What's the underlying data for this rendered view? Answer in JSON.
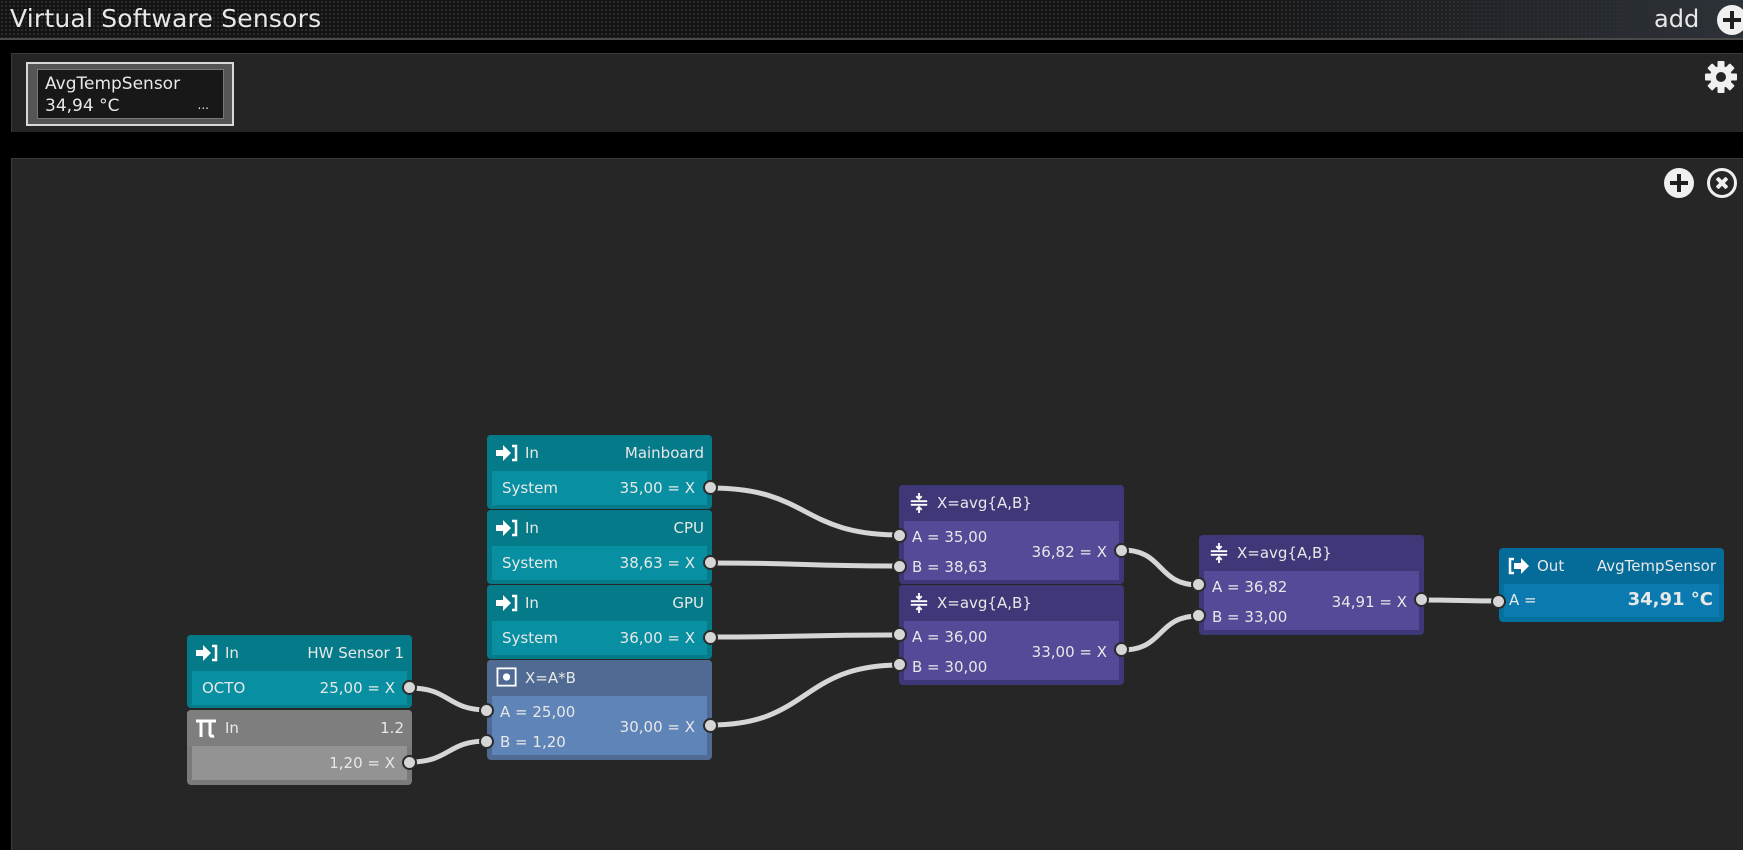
{
  "app": {
    "title": "Virtual Software Sensors",
    "add_label": "add"
  },
  "sensor_panel": {
    "tiles": [
      {
        "name": "AvgTempSensor",
        "value": "34,94 °C",
        "more": "..."
      }
    ]
  },
  "colors": {
    "input_node": "#057a89",
    "constant_node": "#7e7e7e",
    "multiply_node": "#4f6b93",
    "average_node": "#3e3878",
    "output_node": "#056b98",
    "wire": "#d6d6d6"
  },
  "nodes": {
    "hw_sensor": {
      "kind": "In",
      "name": "HW Sensor 1",
      "label": "OCTO",
      "value": "25,00 = X",
      "icon": "input-arrow-icon"
    },
    "constant": {
      "kind": "In",
      "name": "1.2",
      "label": "",
      "value": "1,20 = X",
      "icon": "pi-icon"
    },
    "mainboard": {
      "kind": "In",
      "name": "Mainboard",
      "label": "System",
      "value": "35,00 = X",
      "icon": "input-arrow-icon"
    },
    "cpu": {
      "kind": "In",
      "name": "CPU",
      "label": "System",
      "value": "38,63 = X",
      "icon": "input-arrow-icon"
    },
    "gpu": {
      "kind": "In",
      "name": "GPU",
      "label": "System",
      "value": "36,00 = X",
      "icon": "input-arrow-icon"
    },
    "multiply": {
      "formula": "X=A*B",
      "a": "A = 25,00",
      "b": "B = 1,20",
      "result": "30,00 = X",
      "icon": "multiply-icon"
    },
    "avg1": {
      "formula": "X=avg{A,B}",
      "a": "A = 35,00",
      "b": "B = 38,63",
      "result": "36,82 = X",
      "icon": "average-icon"
    },
    "avg2": {
      "formula": "X=avg{A,B}",
      "a": "A = 36,00",
      "b": "B = 30,00",
      "result": "33,00 = X",
      "icon": "average-icon"
    },
    "avg3": {
      "formula": "X=avg{A,B}",
      "a": "A = 36,82",
      "b": "B = 33,00",
      "result": "34,91 = X",
      "icon": "average-icon"
    },
    "output": {
      "kind": "Out",
      "name": "AvgTempSensor",
      "label": "A =",
      "value": "34,91 °C",
      "icon": "output-arrow-icon"
    }
  },
  "connections": [
    {
      "from": "hw_sensor",
      "to": "multiply.a"
    },
    {
      "from": "constant",
      "to": "multiply.b"
    },
    {
      "from": "mainboard",
      "to": "avg1.a"
    },
    {
      "from": "cpu",
      "to": "avg1.b"
    },
    {
      "from": "gpu",
      "to": "avg2.a"
    },
    {
      "from": "multiply",
      "to": "avg2.b"
    },
    {
      "from": "avg1",
      "to": "avg3.a"
    },
    {
      "from": "avg2",
      "to": "avg3.b"
    },
    {
      "from": "avg3",
      "to": "output.a"
    }
  ]
}
